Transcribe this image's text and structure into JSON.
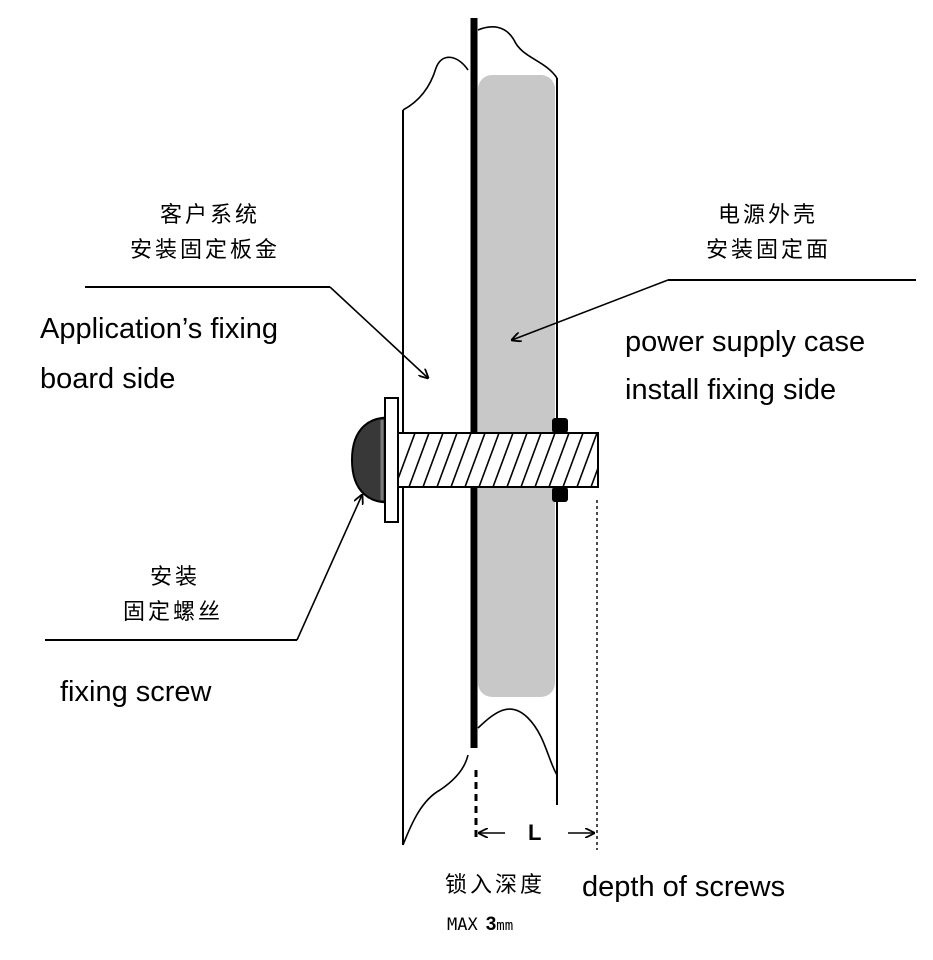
{
  "labels": {
    "board_cn_line1": "客户系统",
    "board_cn_line2": "安装固定板金",
    "board_en_line1": "Application’s fixing",
    "board_en_line2": "board side",
    "case_cn_line1": "电源外壳",
    "case_cn_line2": "安装固定面",
    "case_en_line1": "power supply case",
    "case_en_line2": "install fixing side",
    "screw_cn_line1": "安装",
    "screw_cn_line2": "固定螺丝",
    "screw_en": "fixing screw",
    "dimension_letter": "L",
    "depth_cn": "锁入深度",
    "depth_en": "depth of screws",
    "depth_max_prefix": "MAX",
    "depth_max_value": "3",
    "depth_max_unit": "mm"
  },
  "colors": {
    "line": "#000000",
    "case_fill": "#c8c8c8",
    "background": "#ffffff"
  }
}
